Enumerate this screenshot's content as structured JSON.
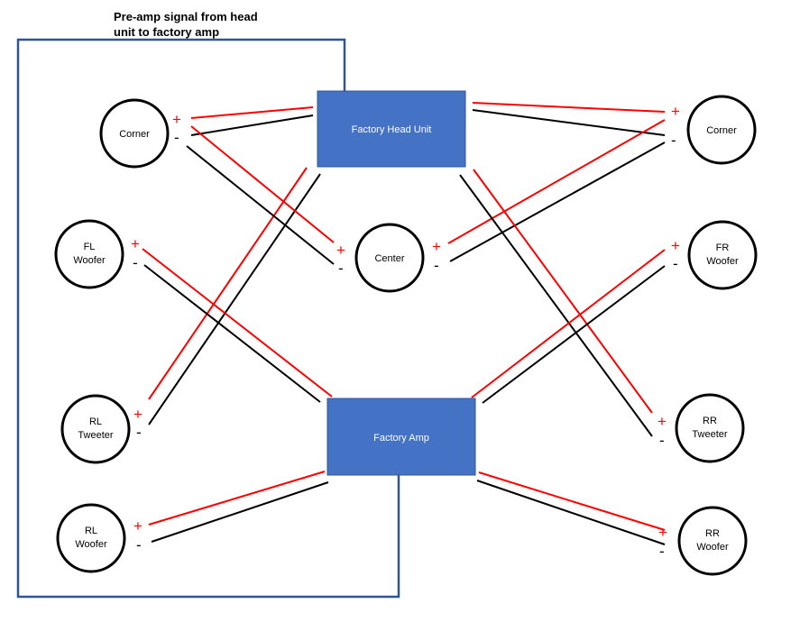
{
  "note": {
    "line1": "Pre-amp signal from head",
    "line2": "unit to factory amp"
  },
  "head_unit": {
    "label": "Factory Head Unit"
  },
  "amp": {
    "label": "Factory Amp"
  },
  "speakers": {
    "corner_left": {
      "line1": "Corner",
      "line2": ""
    },
    "corner_right": {
      "line1": "Corner",
      "line2": ""
    },
    "center": {
      "line1": "Center",
      "line2": ""
    },
    "fl_woofer": {
      "line1": "FL",
      "line2": "Woofer"
    },
    "fr_woofer": {
      "line1": "FR",
      "line2": "Woofer"
    },
    "rl_tweeter": {
      "line1": "RL",
      "line2": "Tweeter"
    },
    "rr_tweeter": {
      "line1": "RR",
      "line2": "Tweeter"
    },
    "rl_woofer": {
      "line1": "RL",
      "line2": "Woofer"
    },
    "rr_woofer": {
      "line1": "RR",
      "line2": "Woofer"
    }
  },
  "polarity": {
    "positive": "+",
    "negative": "-"
  },
  "colors": {
    "unit_fill": "#4472c4",
    "preamp_line": "#2f5597",
    "positive_wire": "#ff0000",
    "negative_wire": "#000000"
  }
}
